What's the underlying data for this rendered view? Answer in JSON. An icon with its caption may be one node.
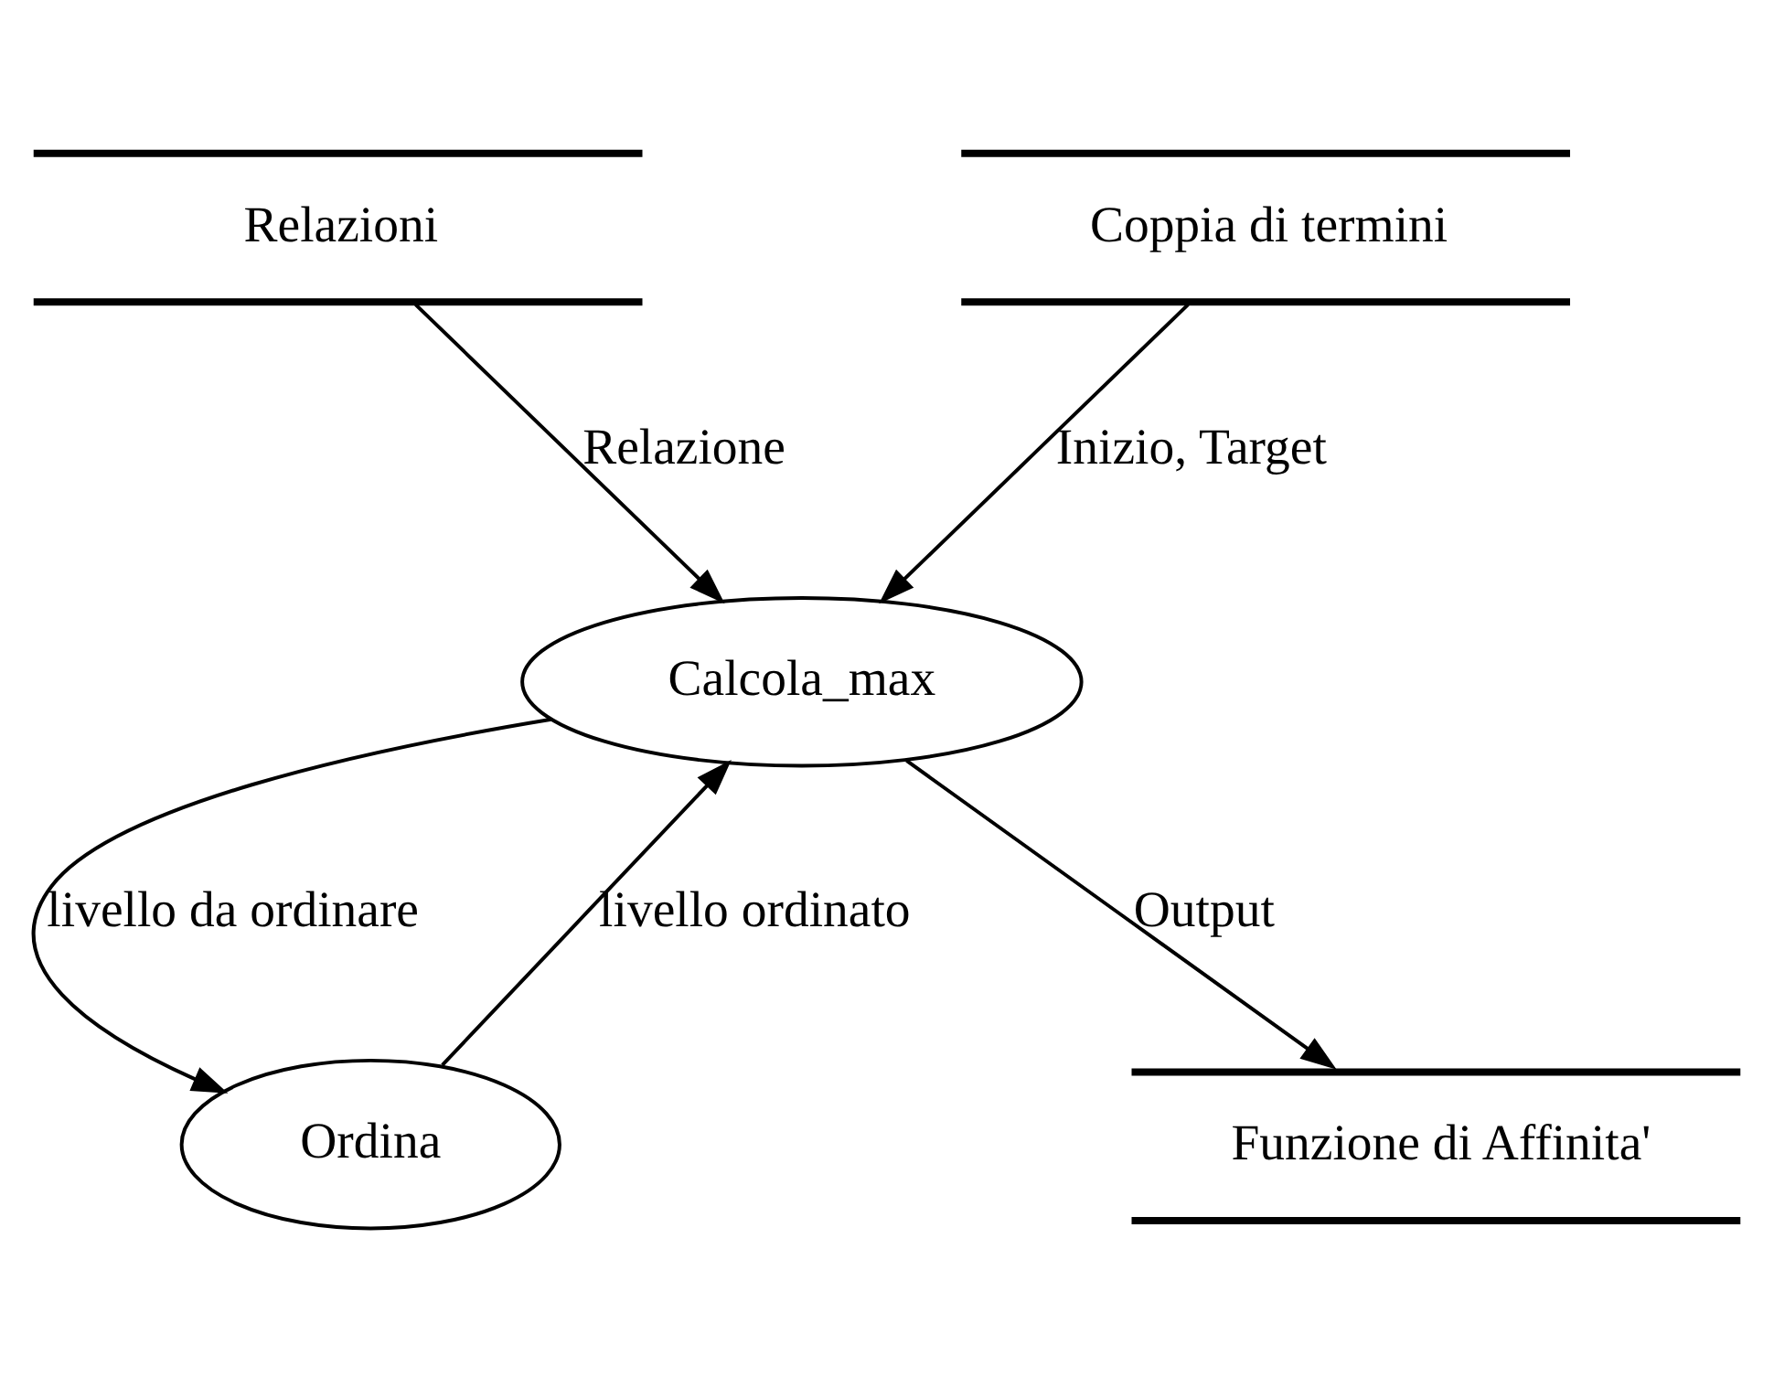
{
  "diagram": {
    "nodes": [
      {
        "text": [
          "Relazioni"
        ]
      },
      {
        "text": [
          "Coppia di termini"
        ]
      },
      {
        "text": [
          "Calcola_max"
        ]
      },
      {
        "text": [
          "Ordina"
        ]
      },
      {
        "text": [
          "Funzione di Affinita'"
        ]
      }
    ],
    "edges": [
      {
        "from": 0,
        "to": 2,
        "arrow": "to",
        "label": "Relazione"
      },
      {
        "from": 1,
        "to": 2,
        "arrow": "to",
        "label": "Inizio, Target"
      },
      {
        "from": 2,
        "to": 3,
        "arrow": "to",
        "label": "livello da ordinare"
      },
      {
        "from": 3,
        "to": 2,
        "arrow": "to",
        "label": "livello ordinato"
      },
      {
        "from": 2,
        "to": 4,
        "arrow": "to",
        "label": "Output"
      }
    ]
  }
}
